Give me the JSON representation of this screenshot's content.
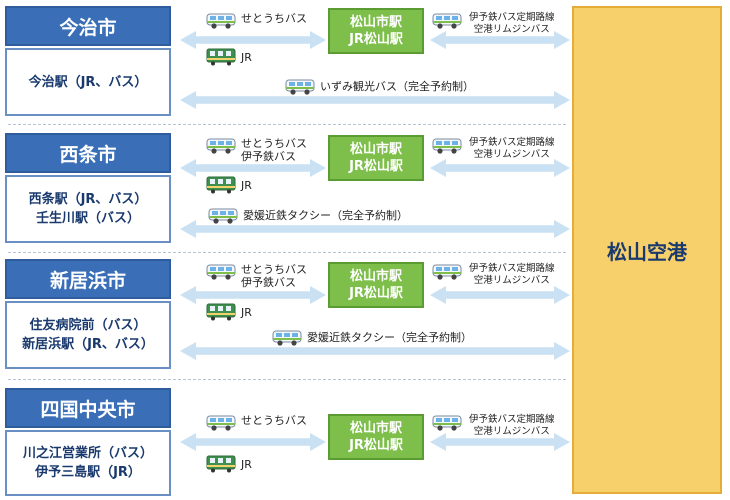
{
  "airport": {
    "label": "松山空港"
  },
  "groups": [
    {
      "city": "今治市",
      "origins": [
        "今治駅（JR、バス）"
      ],
      "to_station_modes": [
        "せとうちバス"
      ],
      "to_station_rail": "JR",
      "station": [
        "松山市駅",
        "JR松山駅"
      ],
      "station_to_airport": [
        "伊予鉄バス定期路線",
        "空港リムジンバス"
      ],
      "direct": "いずみ観光バス（完全予約制）"
    },
    {
      "city": "西条市",
      "origins": [
        "西条駅（JR、バス）",
        "壬生川駅（バス）"
      ],
      "to_station_modes": [
        "せとうちバス",
        "伊予鉄バス"
      ],
      "to_station_rail": "JR",
      "station": [
        "松山市駅",
        "JR松山駅"
      ],
      "station_to_airport": [
        "伊予鉄バス定期路線",
        "空港リムジンバス"
      ],
      "direct": "愛媛近鉄タクシー（完全予約制）"
    },
    {
      "city": "新居浜市",
      "origins": [
        "住友病院前（バス）",
        "新居浜駅（JR、バス）"
      ],
      "to_station_modes": [
        "せとうちバス",
        "伊予鉄バス"
      ],
      "to_station_rail": "JR",
      "station": [
        "松山市駅",
        "JR松山駅"
      ],
      "station_to_airport": [
        "伊予鉄バス定期路線",
        "空港リムジンバス"
      ],
      "direct": "愛媛近鉄タクシー（完全予約制）"
    },
    {
      "city": "四国中央市",
      "origins": [
        "川之江営業所（バス）",
        "伊予三島駅（JR）"
      ],
      "to_station_modes": [
        "せとうちバス"
      ],
      "to_station_rail": "JR",
      "station": [
        "松山市駅",
        "JR松山駅"
      ],
      "station_to_airport": [
        "伊予鉄バス定期路線",
        "空港リムジンバス"
      ],
      "direct": ""
    }
  ],
  "colors": {
    "city_header": "#3a6fb8",
    "station_box": "#7dbf4a",
    "airport_box": "#f7cf6b",
    "arrow": "#c9e1f2"
  }
}
